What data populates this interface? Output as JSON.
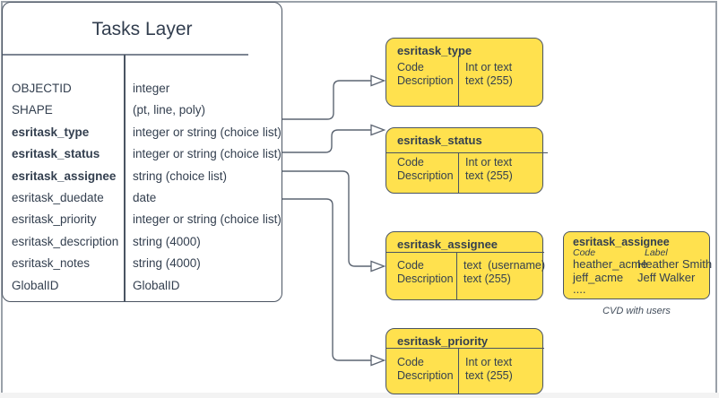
{
  "colors": {
    "choice_box_fill": "#FFE14E",
    "box_border": "#4A5462",
    "connector_line": "#5C6572",
    "text": "#333F4F",
    "window_frame": "#9AA1A9"
  },
  "tasks_layer": {
    "title": "Tasks Layer",
    "fields": [
      {
        "name": "OBJECTID",
        "type": "integer"
      },
      {
        "name": "SHAPE",
        "type": "(pt, line, poly)"
      },
      {
        "name": "esritask_type",
        "type": "integer or string (choice list)"
      },
      {
        "name": "esritask_status",
        "type": "integer or string (choice list)"
      },
      {
        "name": "esritask_assignee",
        "type": "string (choice list)"
      },
      {
        "name": "esritask_duedate",
        "type": "date"
      },
      {
        "name": "esritask_priority",
        "type": "integer or string (choice list)"
      },
      {
        "name": "esritask_description",
        "type": "string (4000)"
      },
      {
        "name": "esritask_notes",
        "type": "string (4000)"
      },
      {
        "name": "GlobalID",
        "type": "GlobalID"
      }
    ]
  },
  "choice_lists": [
    {
      "title": "esritask_type",
      "col1": [
        "Code",
        "Description"
      ],
      "col2": [
        "Int or text",
        "text (255)"
      ]
    },
    {
      "title": "esritask_status",
      "col1": [
        "Code",
        "Description"
      ],
      "col2": [
        "Int or text",
        "text (255)"
      ]
    },
    {
      "title": "esritask_assignee",
      "col1": [
        "Code",
        "Description"
      ],
      "col2": [
        "text  (username)",
        "text (255)"
      ]
    },
    {
      "title": "esritask_priority",
      "col1": [
        "Code",
        "Description"
      ],
      "col2": [
        "Int or text",
        "text (255)"
      ]
    }
  ],
  "cvd": {
    "title": "esritask_assignee",
    "columns": [
      "Code",
      "Label"
    ],
    "entries": [
      {
        "code": "heather_acme",
        "label": "Heather Smith"
      },
      {
        "code": "jeff_acme",
        "label": "Jeff Walker"
      },
      {
        "code": "....",
        "label": ""
      }
    ],
    "caption": "CVD with users"
  }
}
